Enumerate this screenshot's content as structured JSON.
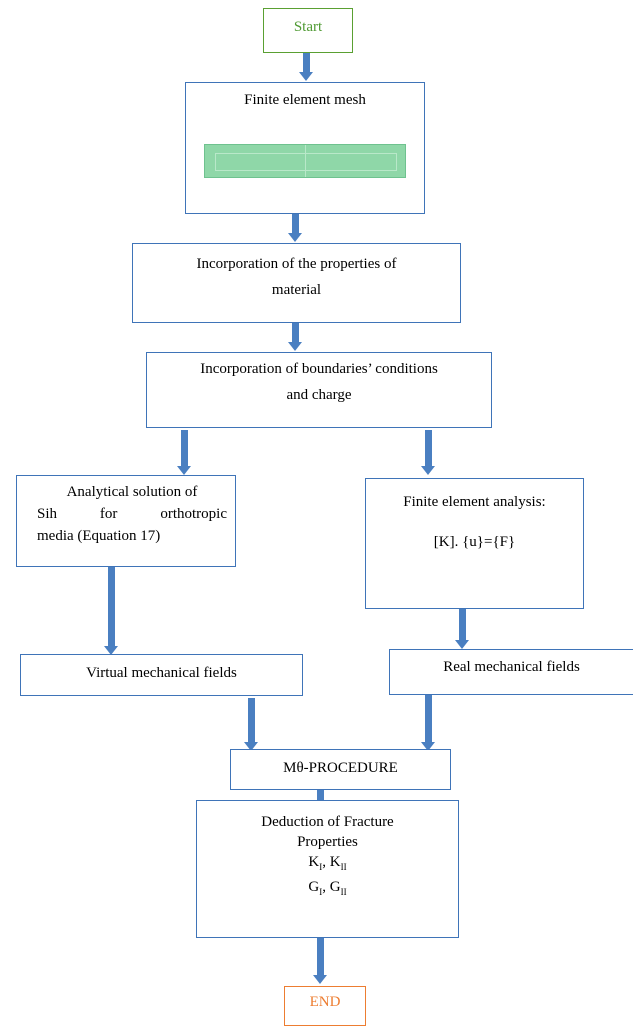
{
  "start": "Start",
  "mesh": {
    "title": "Finite element mesh"
  },
  "properties": {
    "line1": "Incorporation of the properties of",
    "line2": "material"
  },
  "boundaries": {
    "line1": "Incorporation of boundaries’ conditions",
    "line2": "and charge"
  },
  "analytical": {
    "line1": "Analytical solution of",
    "line2": "Sih for orthotropic",
    "line3": "media (Equation 17)"
  },
  "fea": {
    "title": "Finite element analysis:",
    "equation": "[K]. {u}={F}"
  },
  "virtual": "Virtual mechanical fields",
  "real": "Real mechanical fields",
  "procedure": "Mθ-PROCEDURE",
  "deduction": {
    "line1": "Deduction of Fracture",
    "line2": "Properties",
    "k_base": "K",
    "k1_sub": "I",
    "k2_base": "K",
    "k2_sub": "II",
    "g_base": "G",
    "g1_sub": "I",
    "g2_base": "G",
    "g2_sub": "II"
  },
  "end": "END",
  "colors": {
    "box_border": "#3f74b8",
    "start_border": "#5aa032",
    "start_text": "#4f9a33",
    "end_border": "#ed7d31",
    "end_text": "#ed7d31",
    "arrow": "#4a7fc1",
    "mesh_fill": "#8fd7a8"
  }
}
